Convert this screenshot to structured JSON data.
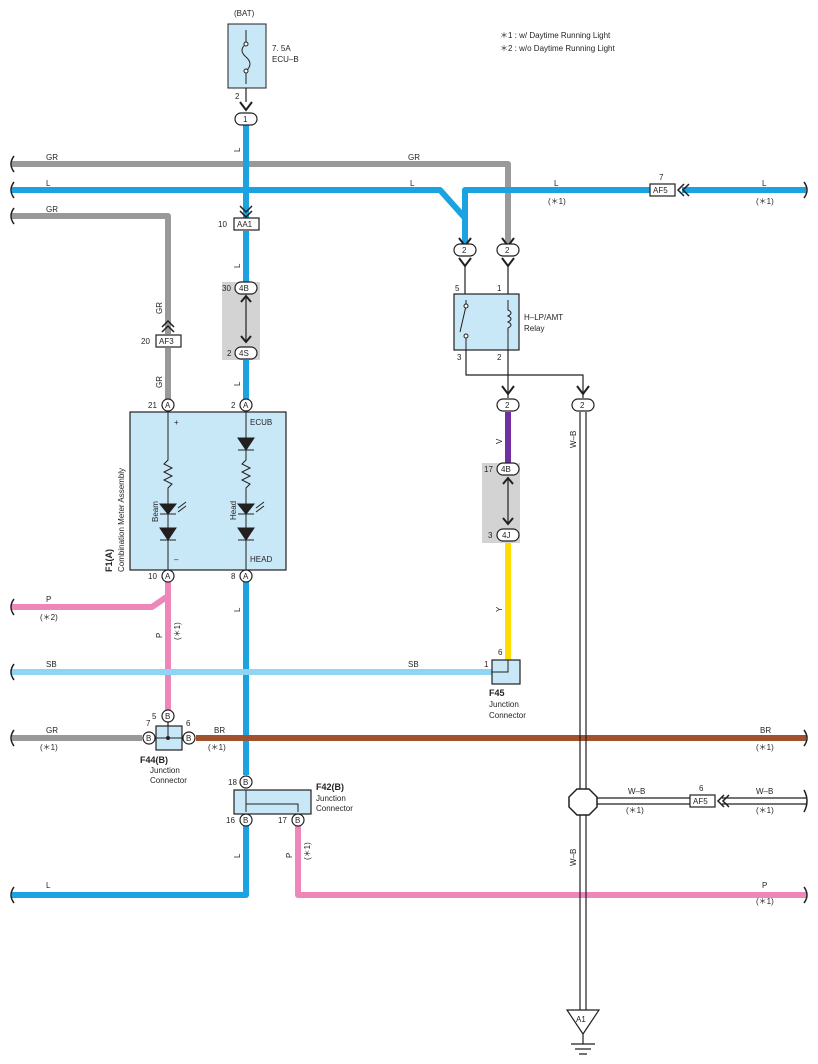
{
  "colors": {
    "GR": "#999999",
    "L": "#1aa3e0",
    "SB": "#8fd4f5",
    "P": "#ef86b9",
    "BR": "#a0522d",
    "V": "#7030a0",
    "Y": "#ffdd00",
    "W-B": "#ffffff",
    "box_fill": "#c8e8f7",
    "shade": "#d3d3d3",
    "outline": "#231f20"
  },
  "legend": {
    "note1": "＊1 : w/ Daytime Running Light",
    "note2": "＊2 : w/o Daytime Running Light"
  },
  "fuse": {
    "source": "(BAT)",
    "rating": "7. 5A",
    "name": "ECU–B",
    "pin": "2",
    "connector": "1"
  },
  "wires": {
    "gr": "GR",
    "l": "L",
    "p": "P",
    "sb": "SB",
    "br": "BR",
    "v": "V",
    "y": "Y",
    "wb": "W–B",
    "note1": "(＊1)",
    "note2": "(＊2)"
  },
  "connectors": {
    "aa1": {
      "label": "AA1",
      "pin": "10"
    },
    "af3": {
      "label": "AF3",
      "pin": "20"
    },
    "af5_top": {
      "label": "AF5",
      "pin": "7"
    },
    "af5_bottom": {
      "label": "AF5",
      "pin": "6"
    },
    "c4b_left": {
      "label": "4B",
      "pin": "30"
    },
    "c4s": {
      "label": "4S",
      "pin": "2"
    },
    "c4b_right": {
      "label": "4B",
      "pin": "17"
    },
    "c4j": {
      "label": "4J",
      "pin": "3"
    }
  },
  "relay": {
    "name": "H–LP/AMT",
    "type": "Relay",
    "pin5": "5",
    "pin1": "1",
    "pin3": "3",
    "pin2": "2",
    "conn_a": "2",
    "conn_b": "2",
    "conn_c": "2",
    "conn_d": "2"
  },
  "meter": {
    "code": "F1(A)",
    "name": "Combination Meter Assembly",
    "pin21": "21",
    "pin2": "2",
    "pin10": "10",
    "pin8": "8",
    "pin_letter": "A",
    "ecub": "ECUB",
    "head": "HEAD",
    "plus": "+",
    "minus": "–",
    "beam": "Beam",
    "head_led": "Head"
  },
  "f45": {
    "code": "F45",
    "line1": "Junction",
    "line2": "Connector",
    "pin6": "6",
    "pin1": "1"
  },
  "f44": {
    "code": "F44(B)",
    "line1": "Junction",
    "line2": "Connector",
    "pin5": "5",
    "pin7": "7",
    "pin6": "6",
    "letter": "B"
  },
  "f42": {
    "code": "F42(B)",
    "line1": "Junction",
    "line2": "Connector",
    "pin18": "18",
    "pin16": "16",
    "pin17": "17",
    "letter": "B"
  },
  "ground": {
    "label": "A1"
  }
}
